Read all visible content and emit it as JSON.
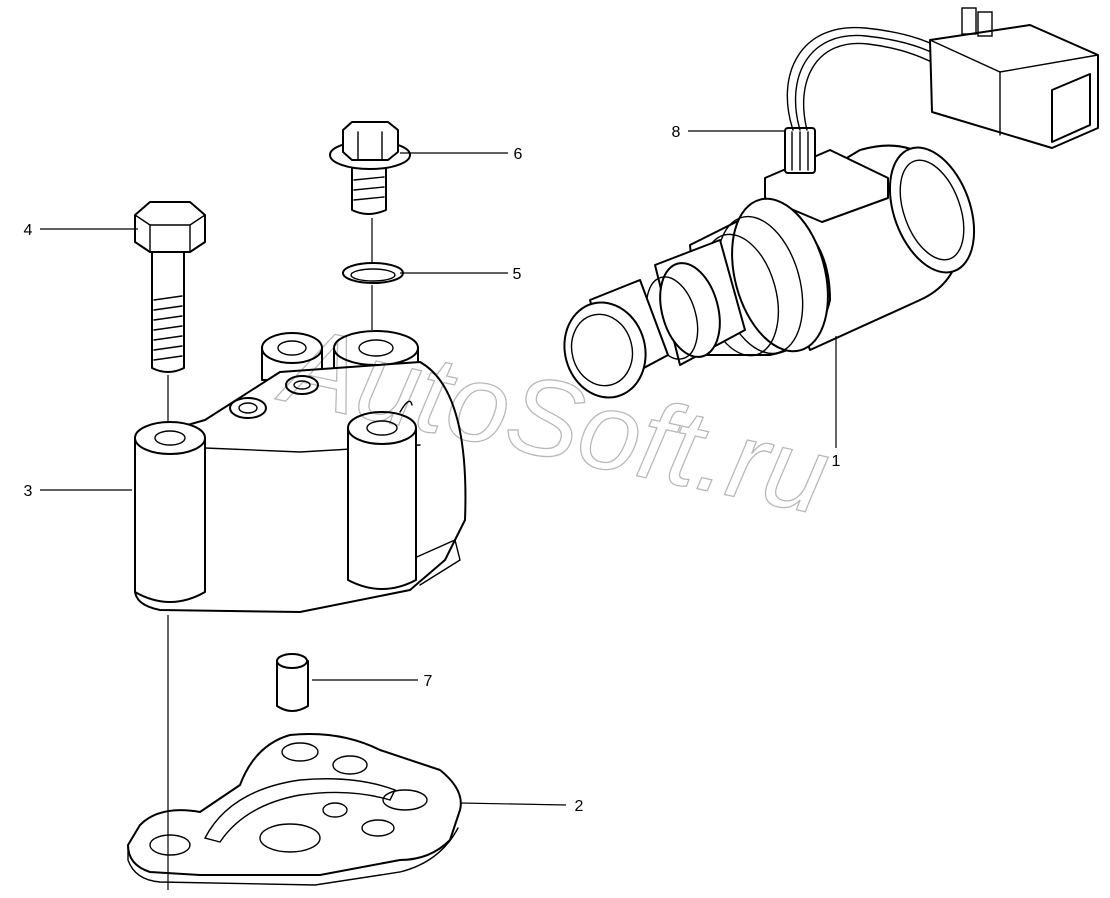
{
  "callouts": [
    {
      "id": "1",
      "label": "1"
    },
    {
      "id": "2",
      "label": "2"
    },
    {
      "id": "3",
      "label": "3"
    },
    {
      "id": "4",
      "label": "4"
    },
    {
      "id": "5",
      "label": "5"
    },
    {
      "id": "6",
      "label": "6"
    },
    {
      "id": "7",
      "label": "7"
    },
    {
      "id": "8",
      "label": "8"
    }
  ],
  "watermark": "AutoSoft.ru"
}
